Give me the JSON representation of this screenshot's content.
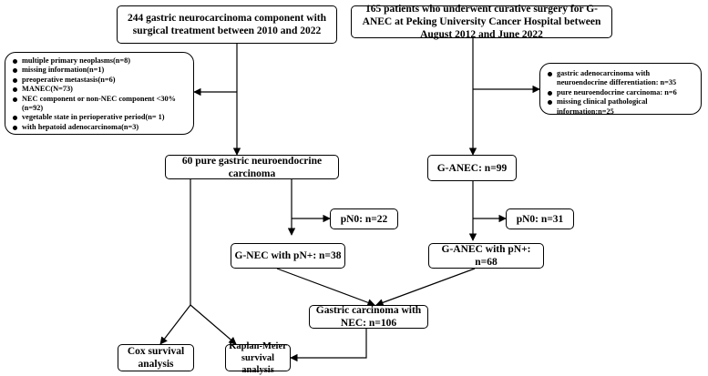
{
  "left_top": "244 gastric neurocarcinoma component with surgical treatment between 2010 and 2022",
  "right_top": "165 patients who underwent curative surgery for G-ANEC at Peking University Cancer Hospital between August 2012 and June 2022",
  "left_exclusions": [
    "multiple primary neoplasms(n=8)",
    "missing information(n=1)",
    "preoperative metastasis(n=6)",
    "MANEC(N=73)",
    "NEC component or non-NEC component <30%(n=92)",
    "vegetable state in perioperative period(n= 1)",
    "with hepatoid adenocarcinoma(n=3)"
  ],
  "right_exclusions": [
    "gastric adenocarcinoma with neuroendocrine differentiation: n=35",
    "pure neuroendocrine carcinoma: n=6",
    "missing clinical pathological information:n=25"
  ],
  "pure_gnec": "60 pure gastric neuroendocrine carcinoma",
  "ganec": "G-ANEC: n=99",
  "pn0_left": "pN0: n=22",
  "pn0_right": "pN0: n=31",
  "gnec_pn": "G-NEC with pN+: n=38",
  "ganec_pn": "G-ANEC with pN+: n=68",
  "combined": "Gastric carcinoma with NEC: n=106",
  "cox": "Cox survival analysis",
  "km": "Kaplan-Meier survival analysis"
}
